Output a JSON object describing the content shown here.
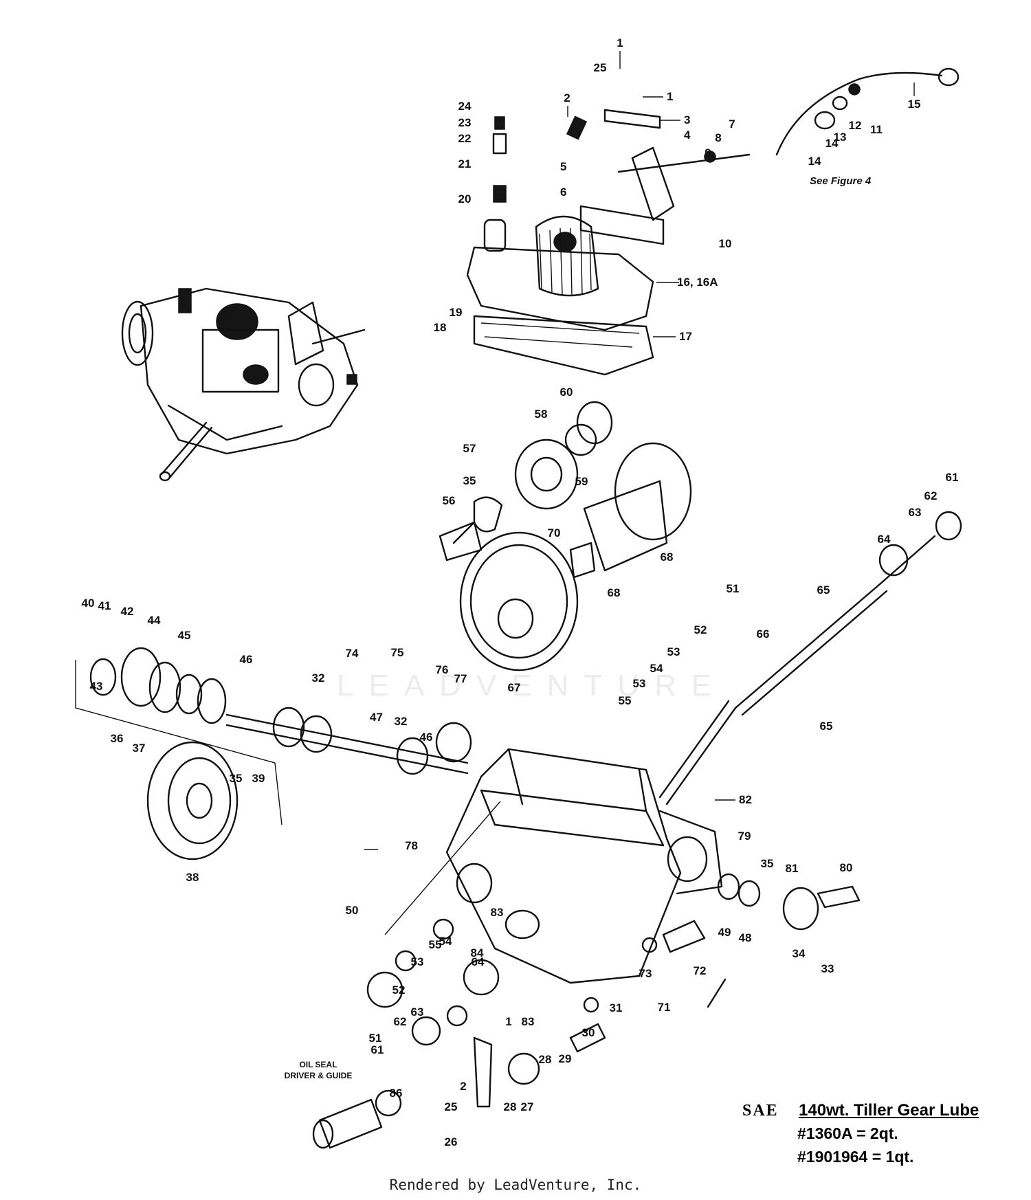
{
  "callouts": [
    {
      "n": "1"
    },
    {
      "n": "1"
    },
    {
      "n": "1"
    },
    {
      "n": "2"
    },
    {
      "n": "2"
    },
    {
      "n": "3"
    },
    {
      "n": "4"
    },
    {
      "n": "5"
    },
    {
      "n": "6"
    },
    {
      "n": "7"
    },
    {
      "n": "8"
    },
    {
      "n": "9"
    },
    {
      "n": "10"
    },
    {
      "n": "11"
    },
    {
      "n": "12"
    },
    {
      "n": "13"
    },
    {
      "n": "14"
    },
    {
      "n": "14"
    },
    {
      "n": "15"
    },
    {
      "n": "16, 16A"
    },
    {
      "n": "17"
    },
    {
      "n": "18"
    },
    {
      "n": "19"
    },
    {
      "n": "20"
    },
    {
      "n": "21"
    },
    {
      "n": "22"
    },
    {
      "n": "23"
    },
    {
      "n": "24"
    },
    {
      "n": "25"
    },
    {
      "n": "25"
    },
    {
      "n": "26"
    },
    {
      "n": "27"
    },
    {
      "n": "28"
    },
    {
      "n": "28"
    },
    {
      "n": "29"
    },
    {
      "n": "30"
    },
    {
      "n": "31"
    },
    {
      "n": "32"
    },
    {
      "n": "32"
    },
    {
      "n": "33"
    },
    {
      "n": "34"
    },
    {
      "n": "35"
    },
    {
      "n": "35"
    },
    {
      "n": "35"
    },
    {
      "n": "36"
    },
    {
      "n": "37"
    },
    {
      "n": "38"
    },
    {
      "n": "39"
    },
    {
      "n": "40"
    },
    {
      "n": "41"
    },
    {
      "n": "42"
    },
    {
      "n": "43"
    },
    {
      "n": "44"
    },
    {
      "n": "45"
    },
    {
      "n": "46"
    },
    {
      "n": "46"
    },
    {
      "n": "47"
    },
    {
      "n": "48"
    },
    {
      "n": "49"
    },
    {
      "n": "50"
    },
    {
      "n": "51"
    },
    {
      "n": "51"
    },
    {
      "n": "52"
    },
    {
      "n": "52"
    },
    {
      "n": "53"
    },
    {
      "n": "53"
    },
    {
      "n": "53"
    },
    {
      "n": "54"
    },
    {
      "n": "54"
    },
    {
      "n": "55"
    },
    {
      "n": "55"
    },
    {
      "n": "56"
    },
    {
      "n": "57"
    },
    {
      "n": "58"
    },
    {
      "n": "59"
    },
    {
      "n": "60"
    },
    {
      "n": "61"
    },
    {
      "n": "61"
    },
    {
      "n": "62"
    },
    {
      "n": "62"
    },
    {
      "n": "63"
    },
    {
      "n": "63"
    },
    {
      "n": "64"
    },
    {
      "n": "64"
    },
    {
      "n": "65"
    },
    {
      "n": "65"
    },
    {
      "n": "66"
    },
    {
      "n": "67"
    },
    {
      "n": "68"
    },
    {
      "n": "68"
    },
    {
      "n": "70"
    },
    {
      "n": "71"
    },
    {
      "n": "72"
    },
    {
      "n": "73"
    },
    {
      "n": "74"
    },
    {
      "n": "75"
    },
    {
      "n": "76"
    },
    {
      "n": "77"
    },
    {
      "n": "78"
    },
    {
      "n": "79"
    },
    {
      "n": "80"
    },
    {
      "n": "81"
    },
    {
      "n": "82"
    },
    {
      "n": "83"
    },
    {
      "n": "83"
    },
    {
      "n": "84"
    },
    {
      "n": "86"
    }
  ],
  "notes": {
    "see_figure": "See Figure 4",
    "oil_seal_line1": "OIL SEAL",
    "oil_seal_line2": "DRIVER & GUIDE",
    "watermark": "LEADVENTURE"
  },
  "lube": {
    "sae": "SAE",
    "title": "140wt. Tiller Gear Lube",
    "line1": "#1360A = 2qt.",
    "line2": "#1901964 = 1qt."
  },
  "footer": {
    "credit": "Rendered by LeadVenture, Inc."
  }
}
